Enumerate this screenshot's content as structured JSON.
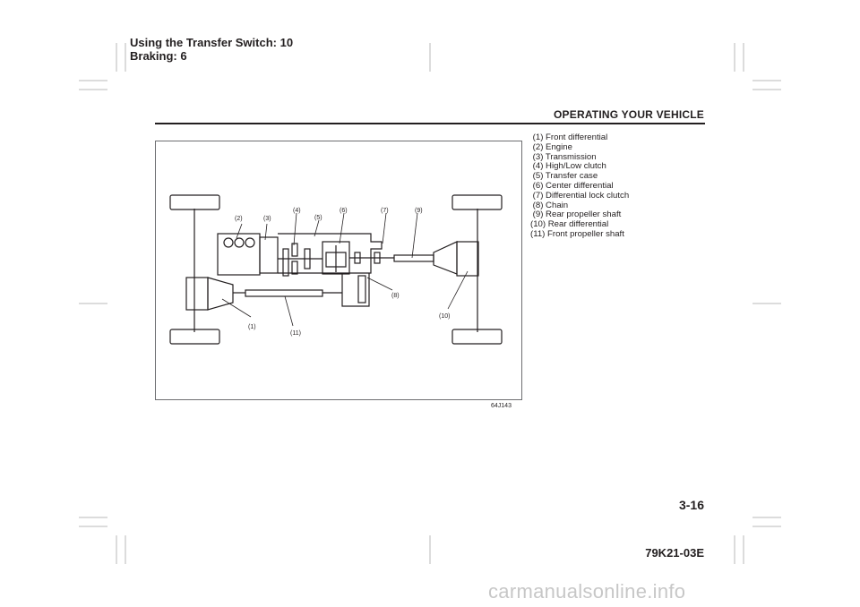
{
  "header_note": {
    "line1": "Using the Transfer Switch: 10",
    "line2": "Braking: 6"
  },
  "section_title": "OPERATING YOUR VEHICLE",
  "diagram": {
    "figure_code": "64J143",
    "callouts": [
      "(1)",
      "(2)",
      "(3)",
      "(4)",
      "(5)",
      "(6)",
      "(7)",
      "(8)",
      "(9)",
      "(10)",
      "(11)"
    ]
  },
  "legend": {
    "items": [
      " (1) Front differential",
      " (2) Engine",
      " (3) Transmission",
      " (4) High/Low clutch",
      " (5) Transfer case",
      " (6) Center differential",
      " (7) Differential lock clutch",
      " (8) Chain",
      " (9) Rear propeller shaft",
      "(10) Rear differential",
      "(11) Front propeller shaft"
    ]
  },
  "page_number": "3-16",
  "doc_code": "79K21-03E",
  "watermark": "carmanualsonline.info"
}
